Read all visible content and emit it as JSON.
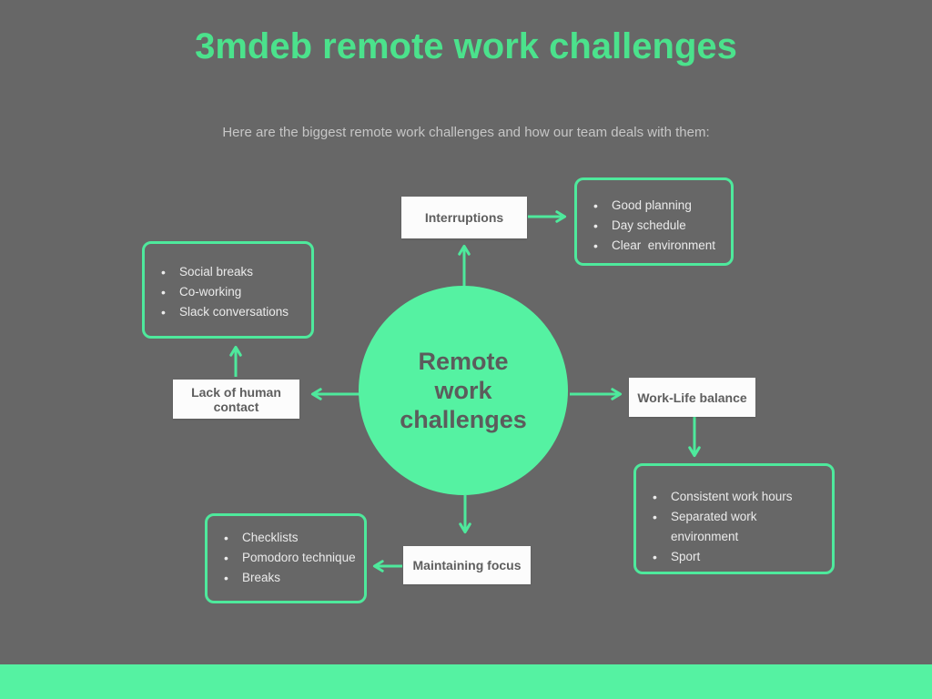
{
  "page": {
    "title": "3mdeb remote work challenges",
    "subtitle": "Here are the biggest remote work challenges and how our team deals with them:"
  },
  "colors": {
    "background": "#676767",
    "accent_green": "#55F2A2",
    "title_green": "#4BE28C",
    "line_green": "#4EE99C",
    "dark_text": "#5E5E5E",
    "light_text": "#EBEBEB",
    "muted_text": "#C6C6C6"
  },
  "center": {
    "label": "Remote work challenges",
    "label_lines": [
      "Remote",
      "work",
      "challenges"
    ]
  },
  "nodes": [
    {
      "id": "interruptions",
      "label": "Interruptions",
      "tips": [
        "Good planning",
        "Day schedule",
        "Clear  environment"
      ]
    },
    {
      "id": "lack-of-human-contact",
      "label": "Lack of human contact",
      "tips": [
        "Social breaks",
        "Co-working",
        "Slack conversations"
      ]
    },
    {
      "id": "work-life-balance",
      "label": "Work-Life balance",
      "tips": [
        "Consistent work hours",
        "Separated work environment",
        "Sport"
      ]
    },
    {
      "id": "maintaining-focus",
      "label": "Maintaining focus",
      "tips": [
        "Checklists",
        "Pomodoro technique",
        "Breaks"
      ]
    }
  ]
}
